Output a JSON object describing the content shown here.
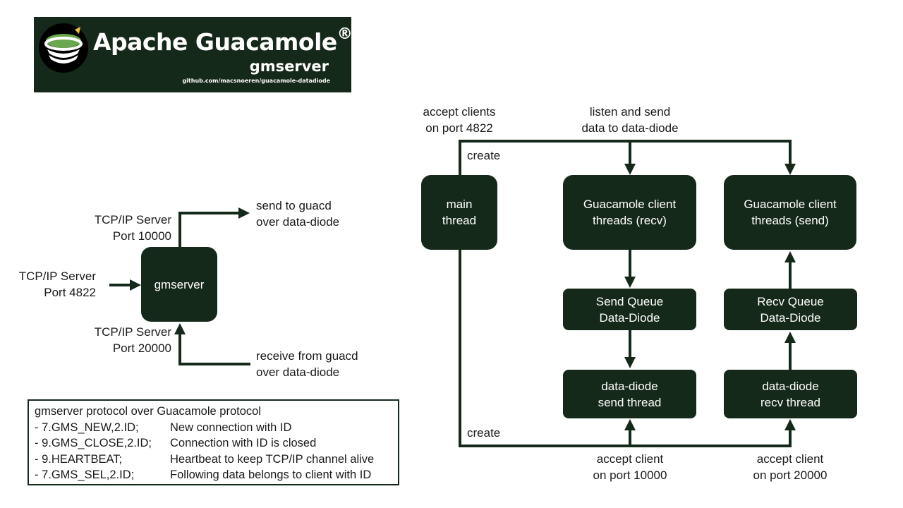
{
  "banner": {
    "title": "Apache Guacamole",
    "registered": "®",
    "subtitle": "gmserver",
    "url": "github.com/macsnoeren/guacamole-datadiode",
    "logo_icon": "guacamole-bowl-icon"
  },
  "left": {
    "box": "gmserver",
    "in_label": "TCP/IP Server\nPort 4822",
    "top_label": "TCP/IP Server\nPort 10000",
    "bottom_label": "TCP/IP Server\nPort 20000",
    "send_label": "send to guacd\nover data-diode",
    "receive_label": "receive from guacd\nover data-diode"
  },
  "right": {
    "main": "main\nthread",
    "client_recv": "Guacamole client\nthreads (recv)",
    "client_send": "Guacamole client\nthreads (send)",
    "send_queue": "Send Queue\nData-Diode",
    "recv_queue": "Recv Queue\nData-Diode",
    "diode_send": "data-diode\nsend thread",
    "diode_recv": "data-diode\nrecv thread",
    "accept_clients": "accept clients\non port 4822",
    "listen_send": "listen and send\ndata to data-diode",
    "create_top": "create",
    "create_bottom": "create",
    "accept_10000": "accept client\non port 10000",
    "accept_20000": "accept client\non port 20000"
  },
  "protocol": {
    "title": "gmserver protocol over Guacamole protocol",
    "rows": [
      {
        "cmd": "- 7.GMS_NEW,2.ID;",
        "desc": "New connection with ID"
      },
      {
        "cmd": "- 9.GMS_CLOSE,2.ID;",
        "desc": "Connection with ID is closed"
      },
      {
        "cmd": "- 9.HEARTBEAT;",
        "desc": "Heartbeat to keep TCP/IP channel alive"
      },
      {
        "cmd": "- 7.GMS_SEL,2.ID;",
        "desc": "Following data belongs to client with ID"
      }
    ]
  },
  "colors": {
    "dark_green": "#15291a",
    "guac_green": "#6aa84f",
    "text": "#1a1a1a"
  }
}
